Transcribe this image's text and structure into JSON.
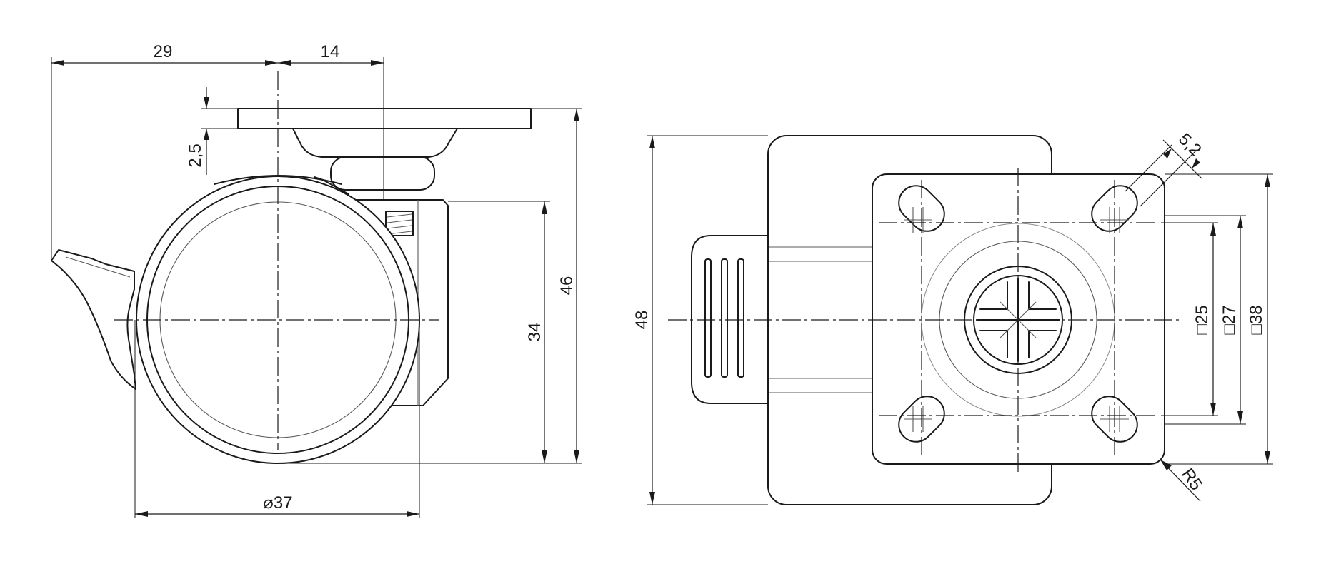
{
  "dimensions": {
    "side_view": {
      "offset_width": "29",
      "plate_half": "14",
      "plate_thickness": "2,5",
      "wheel_height": "34",
      "total_height": "46",
      "wheel_diameter_symbol": "⌀",
      "wheel_diameter": "37"
    },
    "top_view": {
      "overall_length": "48",
      "hole_size": "5,2",
      "square_symbol": "□",
      "square_inner": "25",
      "square_mid": "27",
      "square_outer": "38",
      "corner_radius": "R5"
    }
  },
  "colors": {
    "line": "#1a1a1a",
    "background": "#ffffff"
  }
}
